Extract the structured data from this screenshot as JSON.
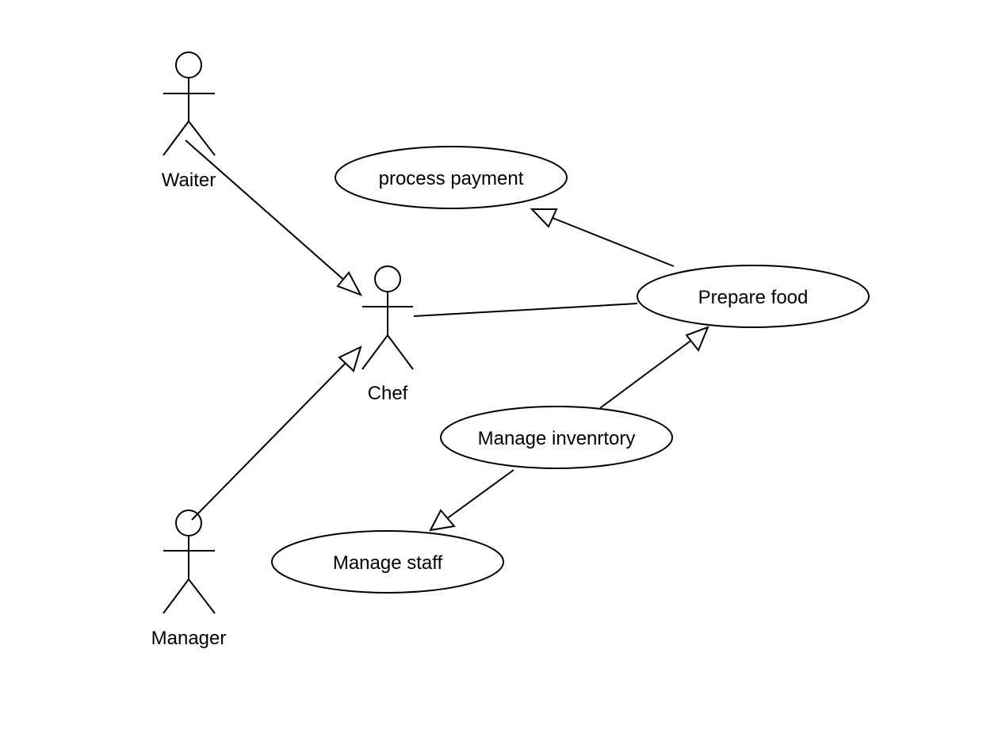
{
  "diagram": {
    "type": "use-case",
    "colors": {
      "line": "#000000",
      "background": "#ffffff"
    },
    "actors": [
      {
        "id": "waiter",
        "label": "Waiter"
      },
      {
        "id": "chef",
        "label": "Chef"
      },
      {
        "id": "manager",
        "label": "Manager"
      }
    ],
    "use_cases": [
      {
        "id": "process-payment",
        "label": "process payment"
      },
      {
        "id": "prepare-food",
        "label": "Prepare food"
      },
      {
        "id": "manage-inventory",
        "label": "Manage invenrtory"
      },
      {
        "id": "manage-staff",
        "label": "Manage staff"
      }
    ],
    "relations": [
      {
        "from": "waiter",
        "to": "chef",
        "kind": "generalization"
      },
      {
        "from": "manager",
        "to": "chef",
        "kind": "generalization"
      },
      {
        "from": "chef",
        "to": "prepare-food",
        "kind": "association"
      },
      {
        "from": "prepare-food",
        "to": "process-payment",
        "kind": "generalization"
      },
      {
        "from": "manage-inventory",
        "to": "prepare-food",
        "kind": "generalization"
      },
      {
        "from": "manage-inventory",
        "to": "manage-staff",
        "kind": "generalization"
      }
    ]
  }
}
